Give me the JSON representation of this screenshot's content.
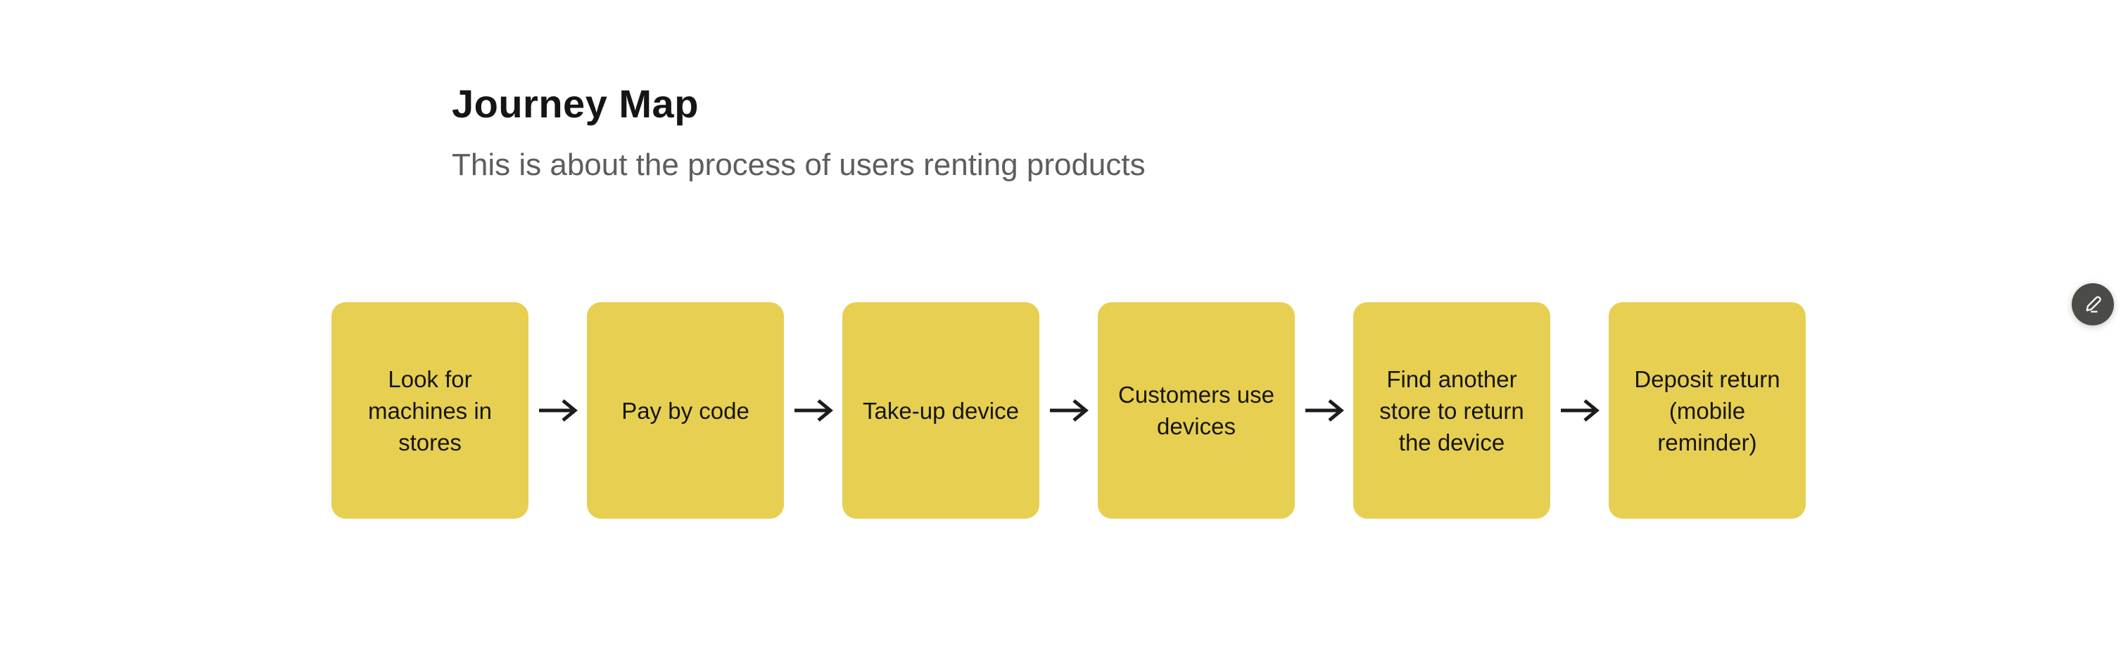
{
  "header": {
    "title": "Journey Map",
    "subtitle": "This is about the process of users renting products"
  },
  "flow": {
    "steps": [
      {
        "label": "Look for machines in stores"
      },
      {
        "label": "Pay by code"
      },
      {
        "label": "Take-up device"
      },
      {
        "label": "Customers use devices"
      },
      {
        "label": "Find another store to return the device"
      },
      {
        "label": "Deposit return (mobile reminder)"
      }
    ],
    "connector": "arrow-right-icon"
  },
  "toolbar": {
    "edit_button_icon": "pencil-icon"
  },
  "colors": {
    "canvas_bg": "#ffffff",
    "box_fill": "#e7cf52",
    "arrow": "#1c1c1c",
    "title_text": "#151515",
    "subtitle_text": "#5d5d5d",
    "step_text": "#161616",
    "edit_button_bg": "#4b4b48",
    "edit_icon": "#ffffff"
  }
}
